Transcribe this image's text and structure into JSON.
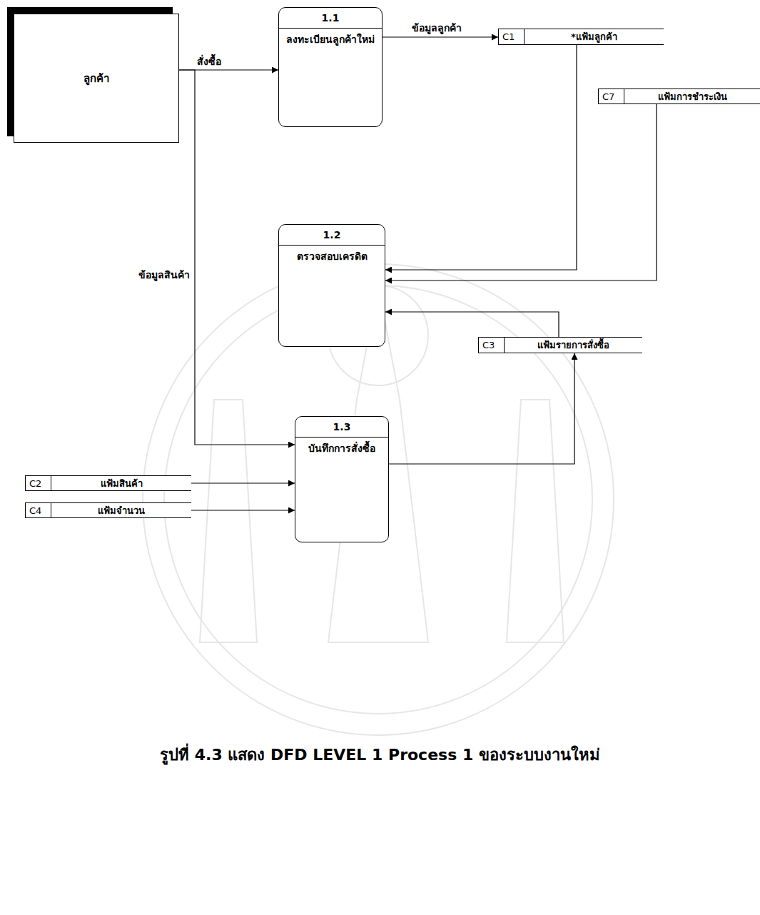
{
  "diagram": {
    "caption": "รูปที่ 4.3 แสดง DFD LEVEL 1 Process 1 ของระบบงานใหม่",
    "nodes": [
      {
        "text": [
          "ลูกค้า"
        ]
      },
      {
        "text": [
          "1.1",
          "ลงทะเบียนลูกค้าใหม่"
        ]
      },
      {
        "text": [
          "C1",
          "*แฟ้มลูกค้า"
        ]
      },
      {
        "text": [
          "C7",
          "แฟ้มการชำระเงิน"
        ]
      },
      {
        "text": [
          "1.2",
          "ตรวจสอบเครดิต"
        ]
      },
      {
        "text": [
          "C3",
          "แฟ้มรายการสั่งซื้อ"
        ]
      },
      {
        "text": [
          "1.3",
          "บันทึกการสั่งซื้อ"
        ]
      },
      {
        "text": [
          "C2",
          "แฟ้มสินค้า"
        ]
      },
      {
        "text": [
          "C4",
          "แฟ้มจำนวน"
        ]
      }
    ],
    "edges": [
      {
        "from": 0,
        "to": 1,
        "label": "สั่งซื้อ",
        "arrow": "to"
      },
      {
        "from": 0,
        "to": 6,
        "label": "ข้อมูลสินค้า",
        "arrow": "to"
      },
      {
        "from": 1,
        "to": 2,
        "label": "ข้อมูลลูกค้า",
        "arrow": "to"
      },
      {
        "from": 2,
        "to": 4,
        "arrow": "to"
      },
      {
        "from": 3,
        "to": 4,
        "arrow": "to"
      },
      {
        "from": 5,
        "to": 4,
        "arrow": "to"
      },
      {
        "from": 6,
        "to": 5,
        "arrow": "to"
      },
      {
        "from": 7,
        "to": 6,
        "arrow": "to"
      },
      {
        "from": 8,
        "to": 6,
        "arrow": "to"
      }
    ]
  }
}
